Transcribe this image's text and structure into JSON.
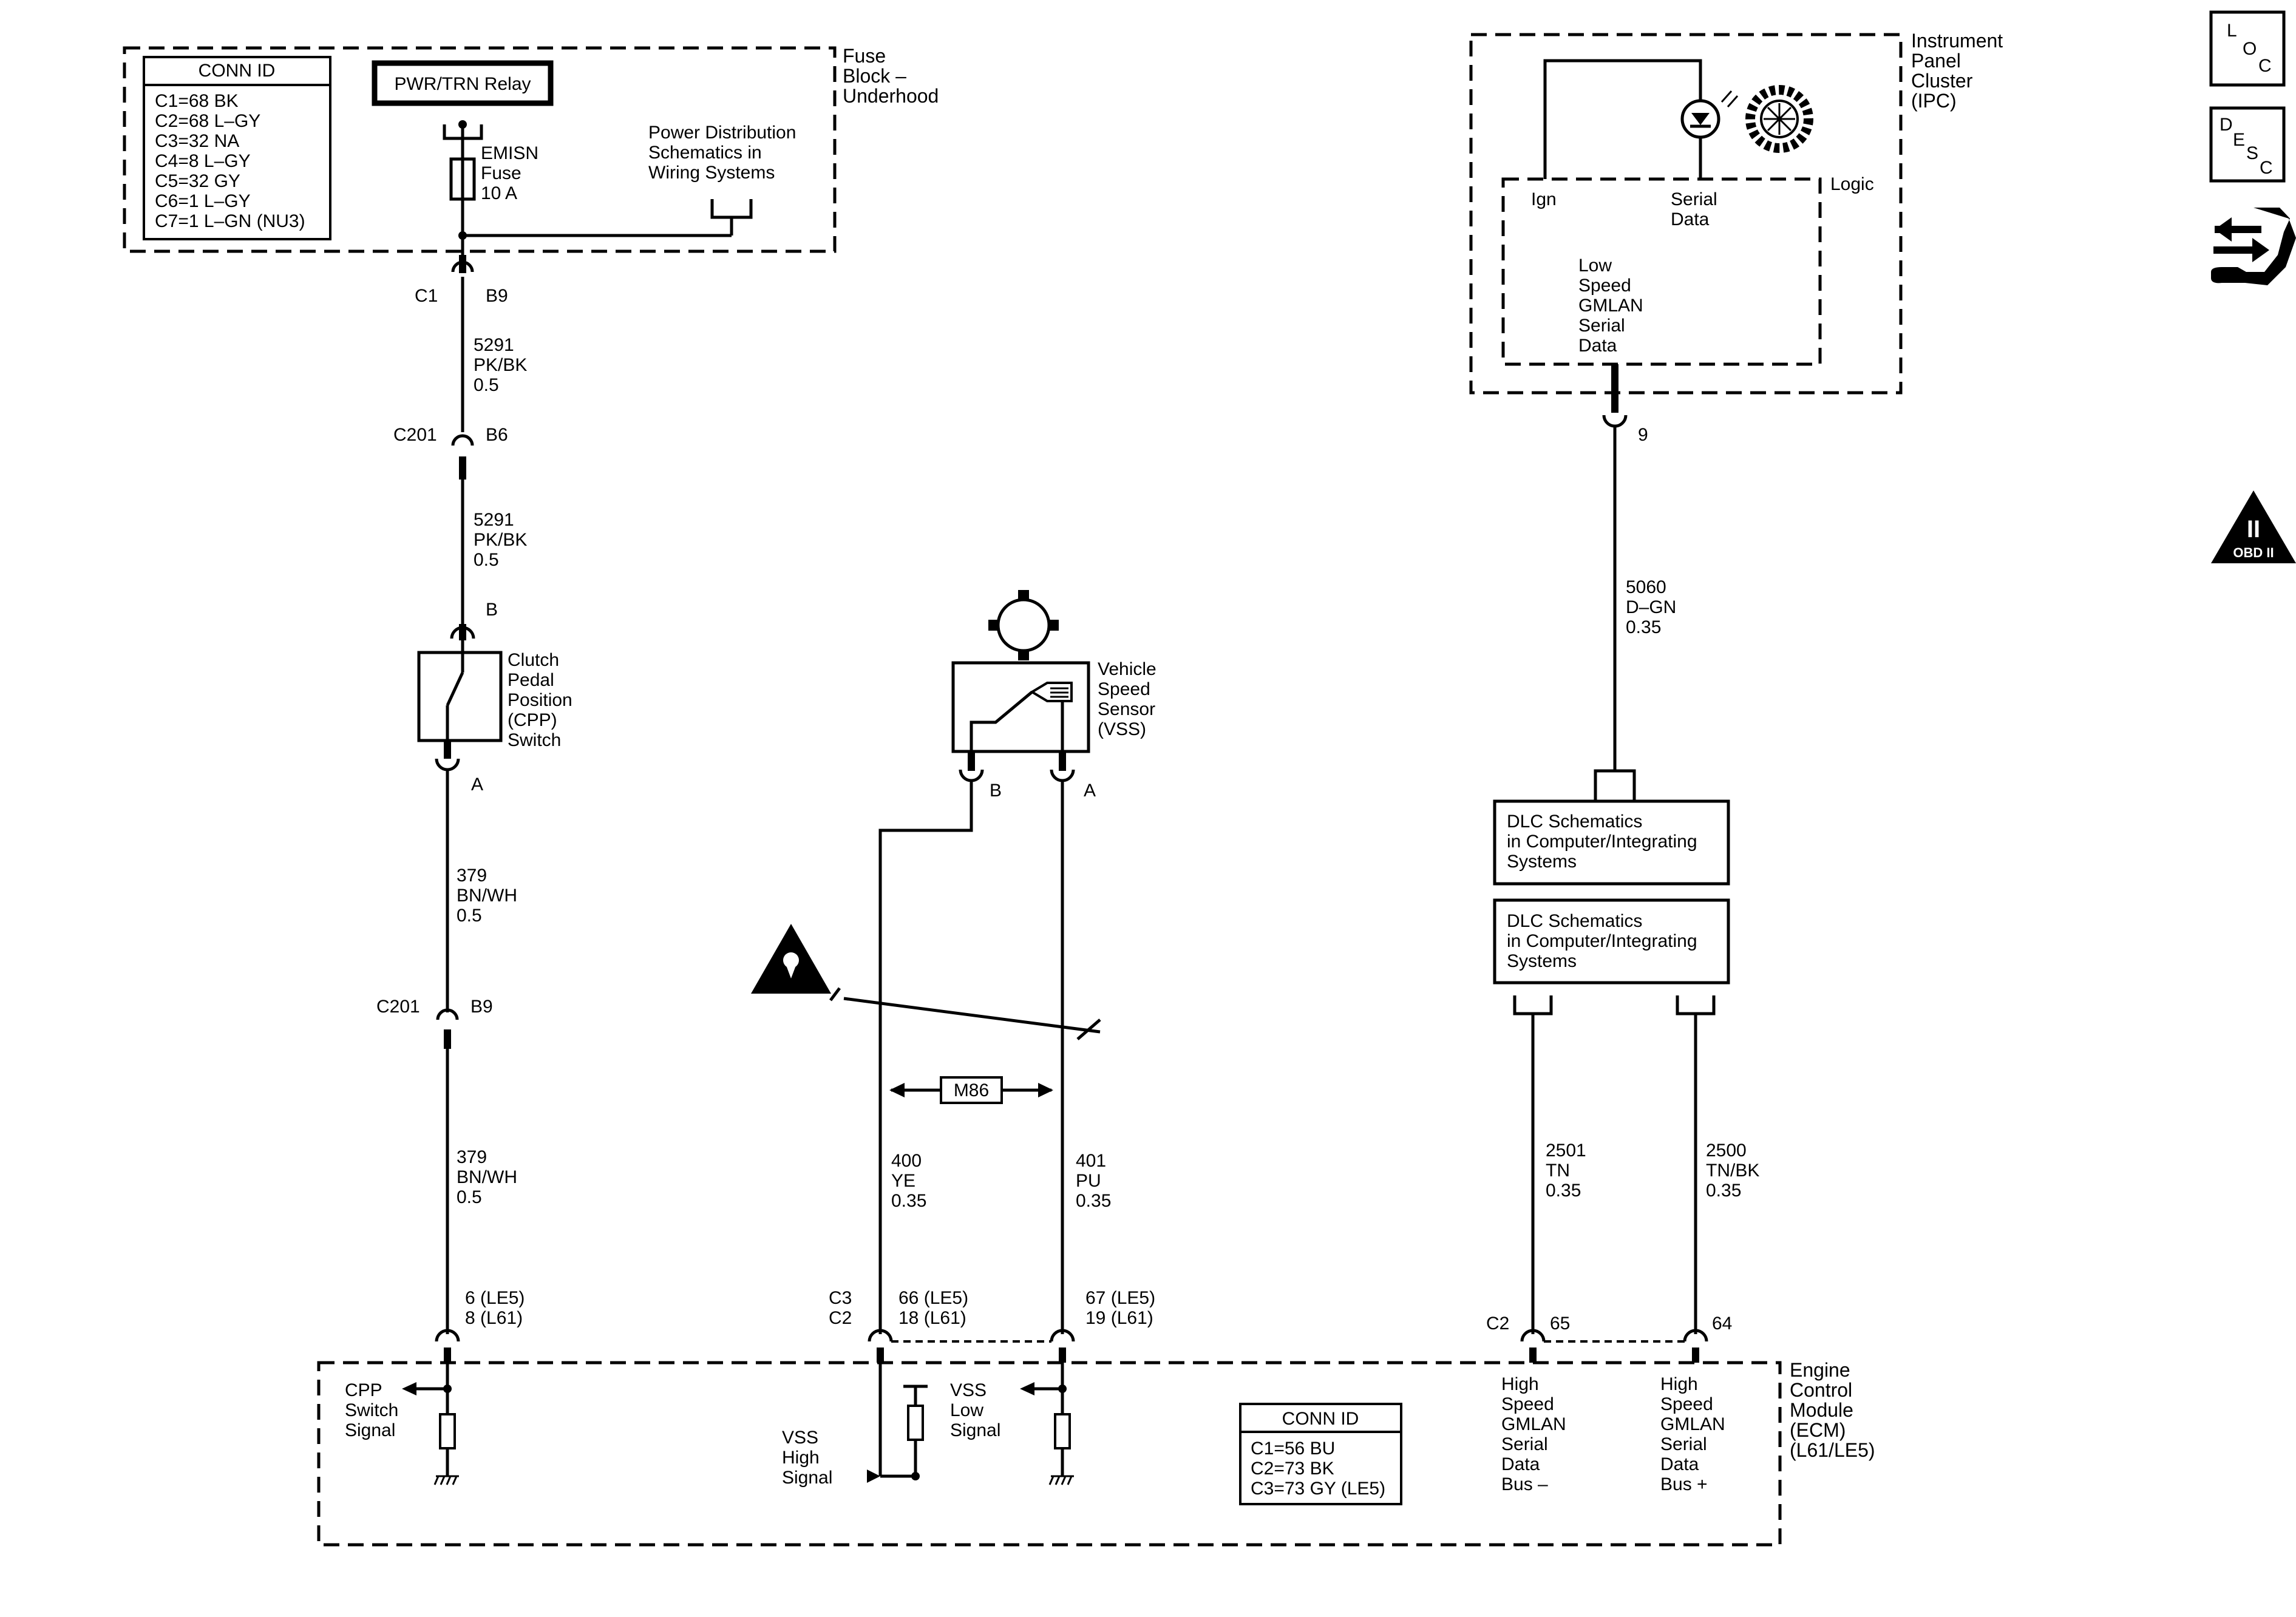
{
  "fuse_block": {
    "title_lines": [
      "Fuse",
      "Block –",
      "Underhood"
    ],
    "conn_id_title": "CONN ID",
    "conn_ids": [
      "C1=68 BK",
      "C2=68 L–GY",
      "C3=32 NA",
      "C4=8 L–GY",
      "C5=32 GY",
      "C6=1 L–GY",
      "C7=1 L–GN (NU3)"
    ],
    "relay_label": "PWR/TRN Relay",
    "fuse_lines": [
      "EMISN",
      "Fuse",
      "10 A"
    ],
    "power_dist_lines": [
      "Power Distribution",
      "Schematics in",
      "Wiring Systems"
    ]
  },
  "left_circuit": {
    "c1_conn": "C1",
    "c1_pin": "B9",
    "wire1": [
      "5291",
      "PK/BK",
      "0.5"
    ],
    "c201a_conn": "C201",
    "c201a_pin": "B6",
    "wire2": [
      "5291",
      "PK/BK",
      "0.5"
    ],
    "cpp_pin_b": "B",
    "cpp_label": [
      "Clutch",
      "Pedal",
      "Position",
      "(CPP)",
      "Switch"
    ],
    "cpp_pin_a": "A",
    "wire3": [
      "379",
      "BN/WH",
      "0.5"
    ],
    "c201b_conn": "C201",
    "c201b_pin": "B9",
    "wire4": [
      "379",
      "BN/WH",
      "0.5"
    ],
    "ecm_pin": [
      "6 (LE5)",
      "8 (L61)"
    ],
    "ecm_signal": [
      "CPP",
      "Switch",
      "Signal"
    ]
  },
  "vss_circuit": {
    "sensor_label": [
      "Vehicle",
      "Speed",
      "Sensor",
      "(VSS)"
    ],
    "pin_b": "B",
    "pin_a": "A",
    "shield_label": "M86",
    "wire_b": [
      "400",
      "YE",
      "0.35"
    ],
    "wire_a": [
      "401",
      "PU",
      "0.35"
    ],
    "conn_labels": [
      "C3",
      "C2"
    ],
    "pin_b_ecm": [
      "66 (LE5)",
      "18 (L61)"
    ],
    "pin_a_ecm": [
      "67 (LE5)",
      "19 (L61)"
    ],
    "high_signal": [
      "VSS",
      "High",
      "Signal"
    ],
    "low_signal": [
      "VSS",
      "Low",
      "Signal"
    ]
  },
  "ipc": {
    "title_lines": [
      "Instrument",
      "Panel",
      "Cluster",
      "(IPC)"
    ],
    "logic_label": "Logic",
    "ign_label": "Ign",
    "serial_label": [
      "Serial",
      "Data"
    ],
    "gmlan_label": [
      "Low",
      "Speed",
      "GMLAN",
      "Serial",
      "Data"
    ],
    "pin": "9",
    "wire": [
      "5060",
      "D–GN",
      "0.35"
    ]
  },
  "dlc": {
    "box1": [
      "DLC Schematics",
      "in Computer/Integrating",
      "Systems"
    ],
    "box2": [
      "DLC Schematics",
      "in Computer/Integrating",
      "Systems"
    ],
    "wire_tn": [
      "2501",
      "TN",
      "0.35"
    ],
    "wire_tnbk": [
      "2500",
      "TN/BK",
      "0.35"
    ],
    "conn": "C2",
    "pin_minus": "65",
    "pin_plus": "64",
    "bus_minus": [
      "High",
      "Speed",
      "GMLAN",
      "Serial",
      "Data",
      "Bus –"
    ],
    "bus_plus": [
      "High",
      "Speed",
      "GMLAN",
      "Serial",
      "Data",
      "Bus +"
    ]
  },
  "ecm": {
    "title_lines": [
      "Engine",
      "Control",
      "Module",
      "(ECM)",
      "(L61/LE5)"
    ],
    "conn_id_title": "CONN ID",
    "conn_ids": [
      "C1=56 BU",
      "C2=73 BK",
      "C3=73 GY (LE5)"
    ]
  },
  "side_icons": {
    "loc": [
      "L",
      "O",
      "C"
    ],
    "desc": [
      "D",
      "E",
      "S",
      "C"
    ],
    "obd_roman": "II",
    "obd_text": "OBD II"
  }
}
